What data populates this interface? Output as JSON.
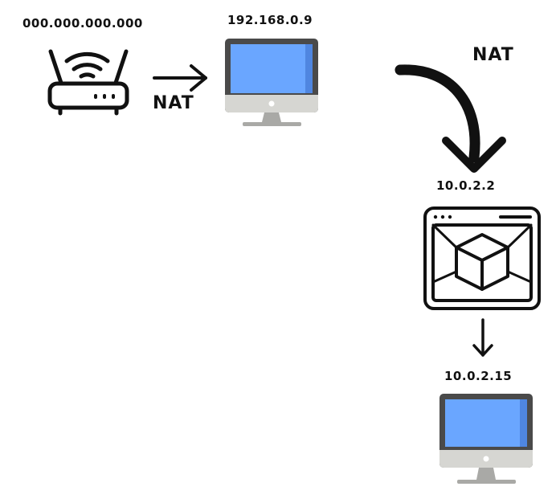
{
  "labels": {
    "router_ip": "000.000.000.000",
    "host_ip": "192.168.0.9",
    "vbox_ip": "10.0.2.2",
    "guest_ip": "10.0.2.15",
    "nat_left": "NAT",
    "nat_right": "NAT"
  },
  "icons": {
    "router": "wifi-router-icon",
    "host": "desktop-monitor-icon",
    "virtualbox": "virtual-machine-cube-window-icon",
    "guest": "desktop-monitor-icon"
  },
  "colors": {
    "screen_blue": "#6aa6ff",
    "screen_shadow": "#4f86e0",
    "bezel": "#4a4a4a",
    "chin": "#d6d6d2",
    "stand": "#a9a9a6",
    "ink": "#111111"
  }
}
